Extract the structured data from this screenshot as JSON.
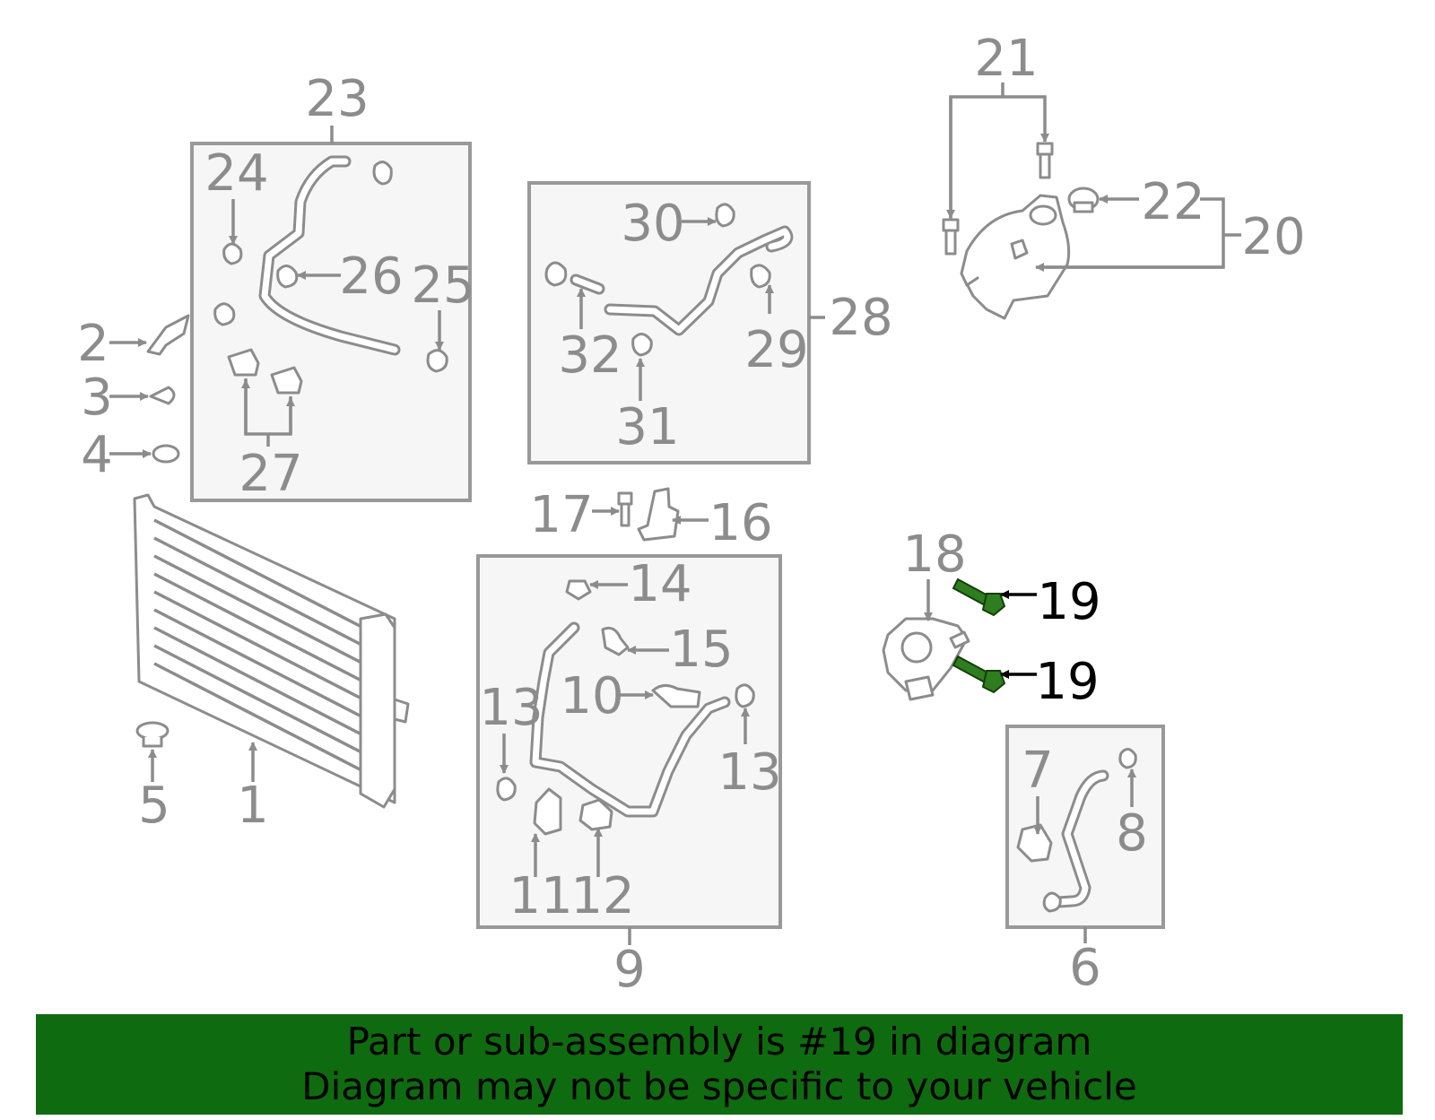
{
  "callouts": {
    "c1": "1",
    "c2": "2",
    "c3": "3",
    "c4": "4",
    "c5": "5",
    "c6": "6",
    "c7": "7",
    "c8": "8",
    "c9": "9",
    "c10": "10",
    "c11": "11",
    "c12": "12",
    "c13a": "13",
    "c13b": "13",
    "c14": "14",
    "c15": "15",
    "c16": "16",
    "c17": "17",
    "c18": "18",
    "c19a": "19",
    "c19b": "19",
    "c20": "20",
    "c21": "21",
    "c22": "22",
    "c23": "23",
    "c24": "24",
    "c25": "25",
    "c26": "26",
    "c27": "27",
    "c28": "28",
    "c29": "29",
    "c30": "30",
    "c31": "31",
    "c32": "32"
  },
  "highlight": {
    "part": "19",
    "color": "#2e7d1e",
    "banner_color": "#0f6b0f"
  },
  "banner": {
    "line1": "Part or sub-assembly is #19 in diagram",
    "line2": "Diagram may not be specific to your vehicle"
  }
}
